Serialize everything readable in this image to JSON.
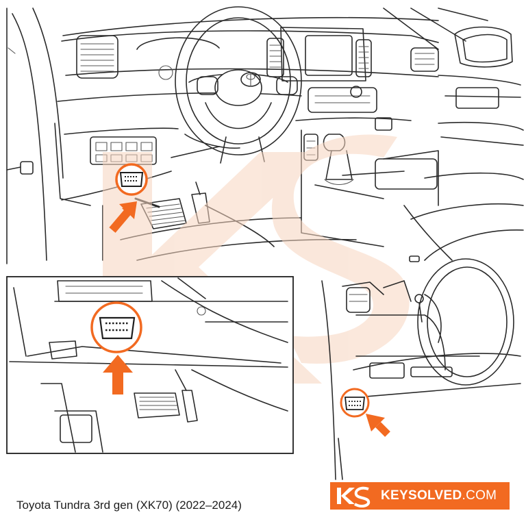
{
  "caption": "Toyota Tundra 3rd gen (XK70) (2022–2024)",
  "brand": {
    "name": "KEYSOLVED",
    "tld": ".COM",
    "monogram": "KS"
  },
  "colors": {
    "accent": "#f26a21",
    "badge": "#f26a21",
    "watermark": "#f7d5bf",
    "line": "#2a2a2a"
  },
  "icons": [
    "obd-port-icon",
    "arrow-up-right-icon",
    "arrow-up-icon",
    "arrow-up-left-icon",
    "steering-wheel-logo-icon"
  ]
}
